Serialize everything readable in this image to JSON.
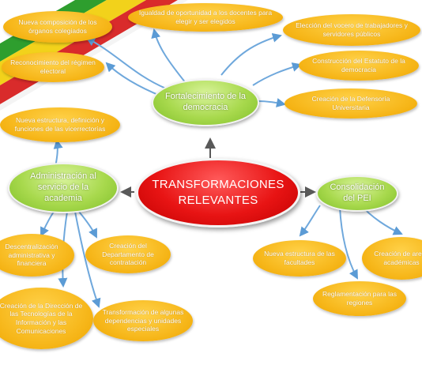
{
  "center": {
    "label": "TRANSFORMACIONES RELEVANTES"
  },
  "branches": {
    "democracia": {
      "label": "Fortalecimiento de la democracia",
      "children": [
        "Nueva composición de los órganos colegiados",
        "Igualdad de oportunidad a los docentes para elegir  y ser elegidos",
        "Elección del vocero de trabajadores y servidores públicos",
        "Reconocimiento del régimen electoral",
        "Construcción del Estatuto de la democracia",
        "Creación de la Defensoría Universitaria"
      ]
    },
    "administracion": {
      "label": "Administración al servicio de la academia",
      "children": [
        "Nueva estructura, definición y funciones  de las vicerrectorías",
        "Descentralización administrativa y financiera",
        "Creación del Departamento de contratación",
        "Creación de la Dirección de las Tecnologías de la Información y las Comunicaciones",
        "Transformación de algunas dependencias y unidades especiales"
      ]
    },
    "pei": {
      "label": "Consolidación del PEI",
      "children": [
        "Nueva estructura de las facultades",
        "Creación de areas académicas",
        "Reglamentación para las regiones"
      ]
    }
  },
  "colors": {
    "center": "#e81414",
    "branch": "#a8d94d",
    "leaf": "#f7b81c",
    "connector": "#6fa8dc",
    "arrow": "#595959",
    "ribbon": [
      "#2e9e2e",
      "#f2d21b",
      "#d92b2b"
    ]
  }
}
